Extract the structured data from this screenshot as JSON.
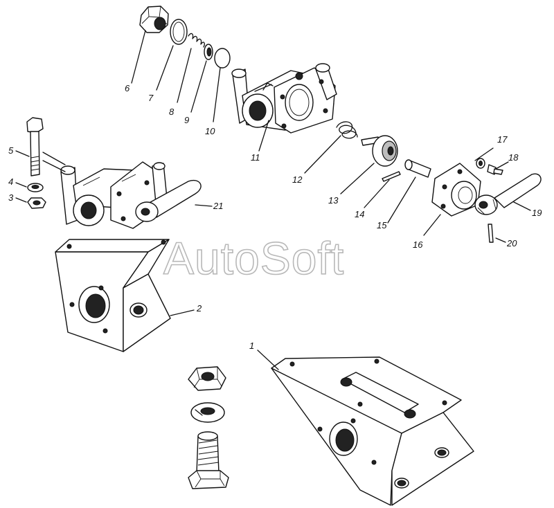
{
  "watermark": "AutoSoft",
  "labels": {
    "l1": "1",
    "l2": "2",
    "l3": "3",
    "l4": "4",
    "l5": "5",
    "l6": "6",
    "l7": "7",
    "l8": "8",
    "l9": "9",
    "l10": "10",
    "l11": "11",
    "l12": "12",
    "l13": "13",
    "l14": "14",
    "l15": "15",
    "l16": "16",
    "l17": "17",
    "l18": "18",
    "l19": "19",
    "l20": "20",
    "l21": "21"
  }
}
